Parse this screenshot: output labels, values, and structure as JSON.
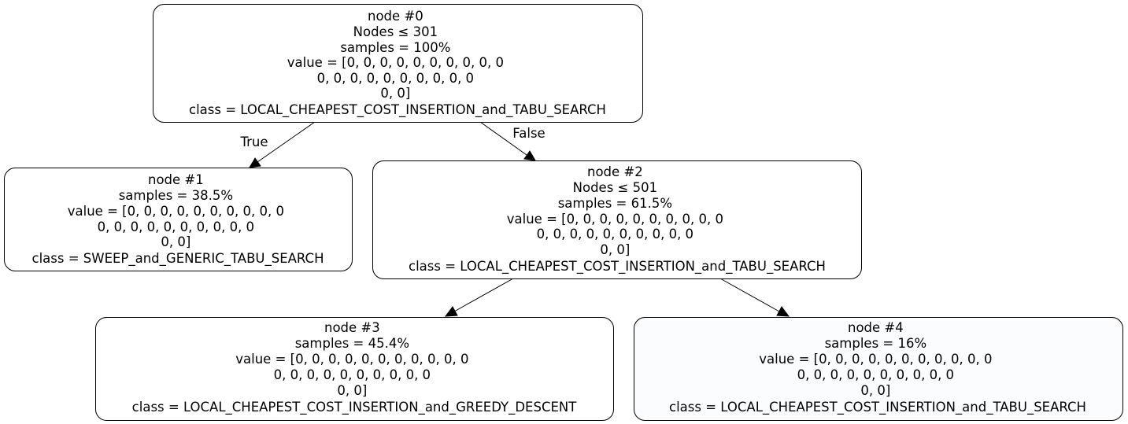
{
  "tree": {
    "nodes": [
      {
        "id": 0,
        "lines": [
          "node #0",
          "Nodes ≤ 301",
          "samples = 100%",
          "value = [0, 0, 0, 0, 0, 0, 0, 0, 0, 0",
          "0, 0, 0, 0, 0, 0, 0, 0, 0, 0",
          "0, 0]",
          "class = LOCAL_CHEAPEST_COST_INSERTION_and_TABU_SEARCH"
        ]
      },
      {
        "id": 1,
        "lines": [
          "node #1",
          "samples = 38.5%",
          "value = [0, 0, 0, 0, 0, 0, 0, 0, 0, 0",
          "0, 0, 0, 0, 0, 0, 0, 0, 0, 0",
          "0, 0]",
          "class = SWEEP_and_GENERIC_TABU_SEARCH"
        ]
      },
      {
        "id": 2,
        "lines": [
          "node #2",
          "Nodes ≤ 501",
          "samples = 61.5%",
          "value = [0, 0, 0, 0, 0, 0, 0, 0, 0, 0",
          "0, 0, 0, 0, 0, 0, 0, 0, 0, 0",
          "0, 0]",
          "class = LOCAL_CHEAPEST_COST_INSERTION_and_TABU_SEARCH"
        ]
      },
      {
        "id": 3,
        "lines": [
          "node #3",
          "samples = 45.4%",
          "value = [0, 0, 0, 0, 0, 0, 0, 0, 0, 0, 0",
          "0, 0, 0, 0, 0, 0, 0, 0, 0, 0",
          "0, 0]",
          "class = LOCAL_CHEAPEST_COST_INSERTION_and_GREEDY_DESCENT"
        ]
      },
      {
        "id": 4,
        "lines": [
          "node #4",
          "samples = 16%",
          "value = [0, 0, 0, 0, 0, 0, 0, 0, 0, 0, 0",
          "0, 0, 0, 0, 0, 0, 0, 0, 0, 0",
          "0, 0]",
          "class = LOCAL_CHEAPEST_COST_INSERTION_and_TABU_SEARCH"
        ]
      }
    ],
    "edges": [
      {
        "from": 0,
        "to": 1,
        "label": "True"
      },
      {
        "from": 0,
        "to": 2,
        "label": "False"
      },
      {
        "from": 2,
        "to": 3,
        "label": ""
      },
      {
        "from": 2,
        "to": 4,
        "label": ""
      }
    ]
  }
}
